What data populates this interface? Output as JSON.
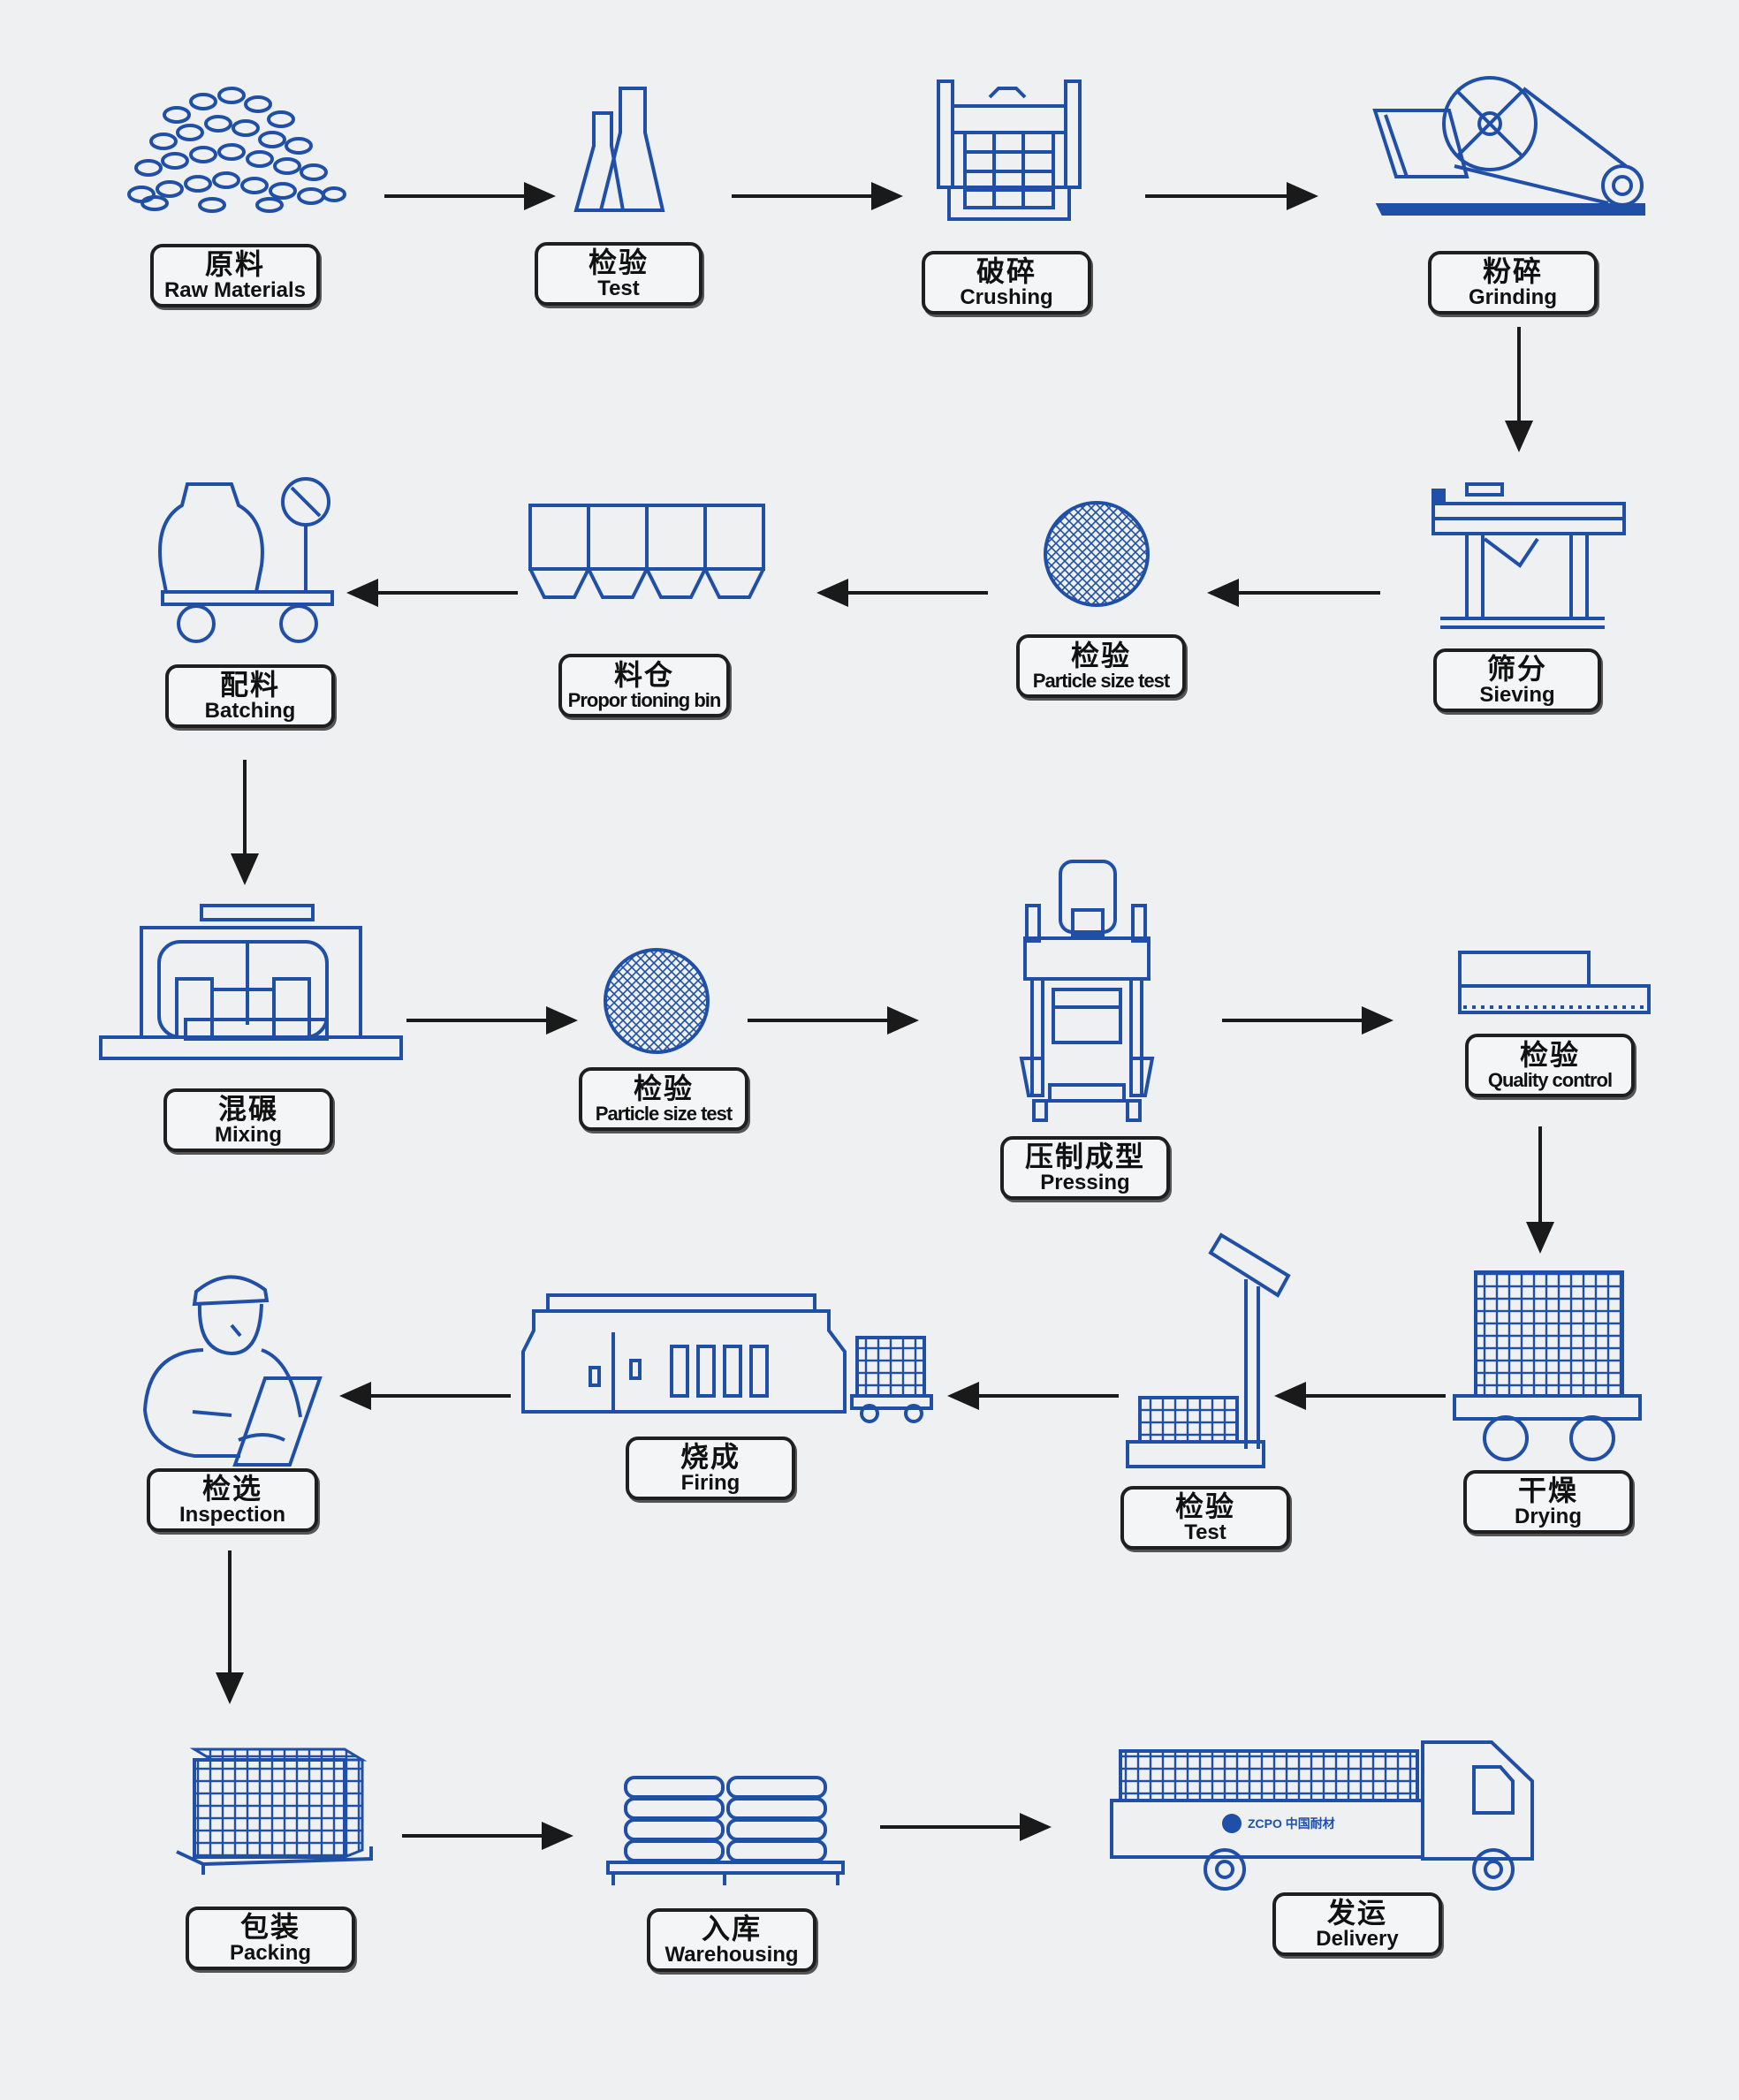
{
  "colors": {
    "icon": "#1f4fa6",
    "arrow": "#1a1a1a",
    "background": "#eef0f1",
    "label_border": "#1f1f1f"
  },
  "steps": [
    {
      "zh": "原料",
      "en": "Raw Materials",
      "icon": "raw-materials-pile-icon"
    },
    {
      "zh": "检验",
      "en": "Test",
      "icon": "test-flasks-icon"
    },
    {
      "zh": "破碎",
      "en": "Crushing",
      "icon": "crusher-icon"
    },
    {
      "zh": "粉碎",
      "en": "Grinding",
      "icon": "grinder-icon"
    },
    {
      "zh": "筛分",
      "en": "Sieving",
      "icon": "sieve-machine-icon"
    },
    {
      "zh": "检验",
      "en": "Particle size test",
      "icon": "particle-sphere-icon"
    },
    {
      "zh": "料仓",
      "en": "Propor tioning bin",
      "icon": "proportioning-bin-icon"
    },
    {
      "zh": "配料",
      "en": "Batching",
      "icon": "batching-scale-icon"
    },
    {
      "zh": "混碾",
      "en": "Mixing",
      "icon": "mixer-icon"
    },
    {
      "zh": "检验",
      "en": "Particle size test",
      "icon": "particle-sphere-icon"
    },
    {
      "zh": "压制成型",
      "en": "Pressing",
      "icon": "press-machine-icon"
    },
    {
      "zh": "检验",
      "en": "Quality control",
      "icon": "quality-control-bricks-icon"
    },
    {
      "zh": "干燥",
      "en": "Drying",
      "icon": "drying-cart-icon"
    },
    {
      "zh": "检验",
      "en": "Test",
      "icon": "weighing-scale-icon"
    },
    {
      "zh": "烧成",
      "en": "Firing",
      "icon": "kiln-icon"
    },
    {
      "zh": "检选",
      "en": "Inspection",
      "icon": "inspector-icon"
    },
    {
      "zh": "包装",
      "en": "Packing",
      "icon": "packed-pallet-icon"
    },
    {
      "zh": "入库",
      "en": "Warehousing",
      "icon": "warehouse-pallet-icon"
    },
    {
      "zh": "发运",
      "en": "Delivery",
      "icon": "delivery-truck-icon"
    }
  ],
  "truck_logo": "ZCPO 中国耐材"
}
